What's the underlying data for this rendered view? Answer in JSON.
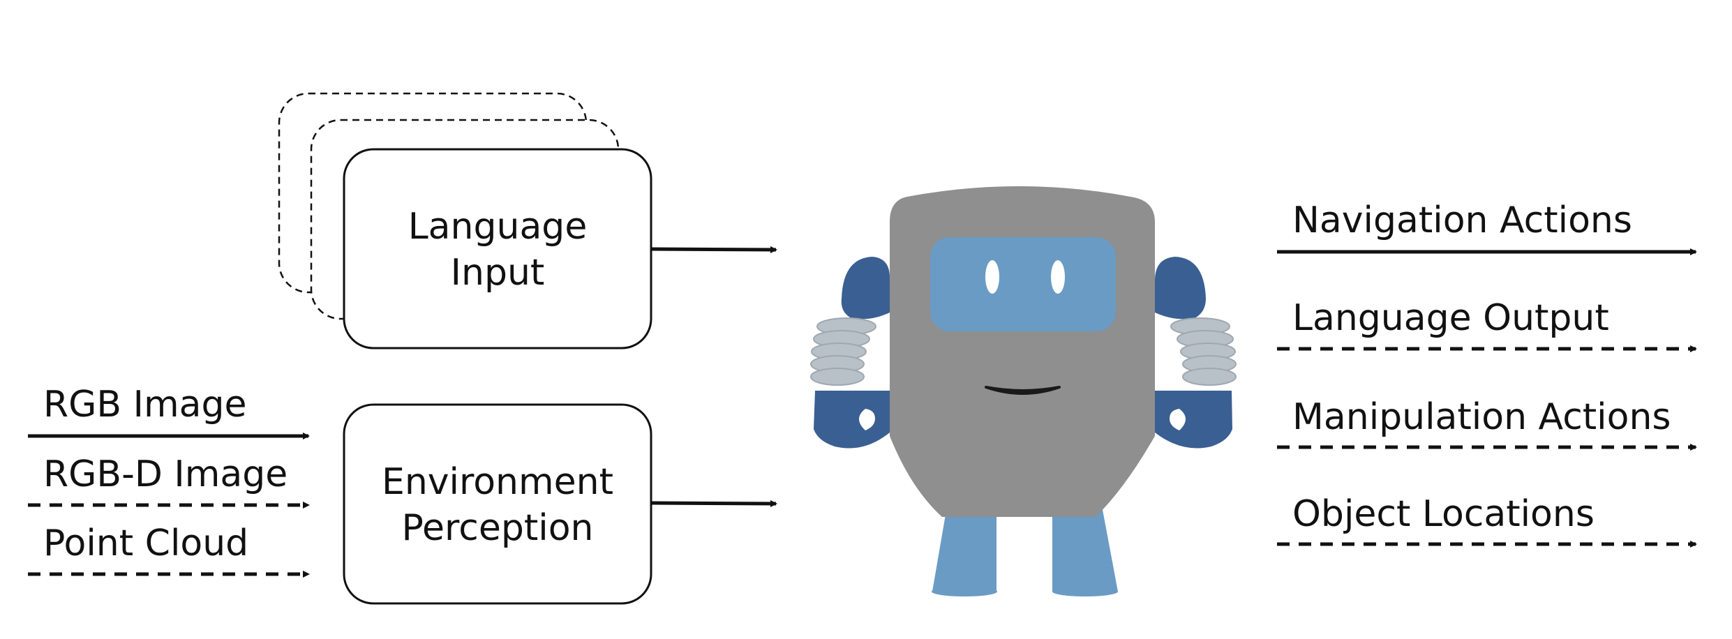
{
  "inputs": {
    "language_box": {
      "line1": "Language",
      "line2": "Input"
    },
    "environment_box": {
      "line1": "Environment",
      "line2": "Perception"
    },
    "sensor_streams": [
      {
        "label": "RGB Image",
        "line_style": "solid"
      },
      {
        "label": "RGB-D Image",
        "line_style": "dashed"
      },
      {
        "label": "Point Cloud",
        "line_style": "dashed"
      }
    ]
  },
  "robot": {
    "icon": "robot-icon",
    "colors": {
      "body": "#8f8f8f",
      "visor": "#6a9bc4",
      "hands": "#3a5f92",
      "arm_coils": "#b9c1c8",
      "legs": "#6a9bc4",
      "mouth": "#1a1a1a"
    }
  },
  "outputs": [
    {
      "label": "Navigation Actions",
      "line_style": "solid"
    },
    {
      "label": "Language Output",
      "line_style": "dashed"
    },
    {
      "label": "Manipulation Actions",
      "line_style": "dashed"
    },
    {
      "label": "Object Locations",
      "line_style": "dashed"
    }
  ]
}
